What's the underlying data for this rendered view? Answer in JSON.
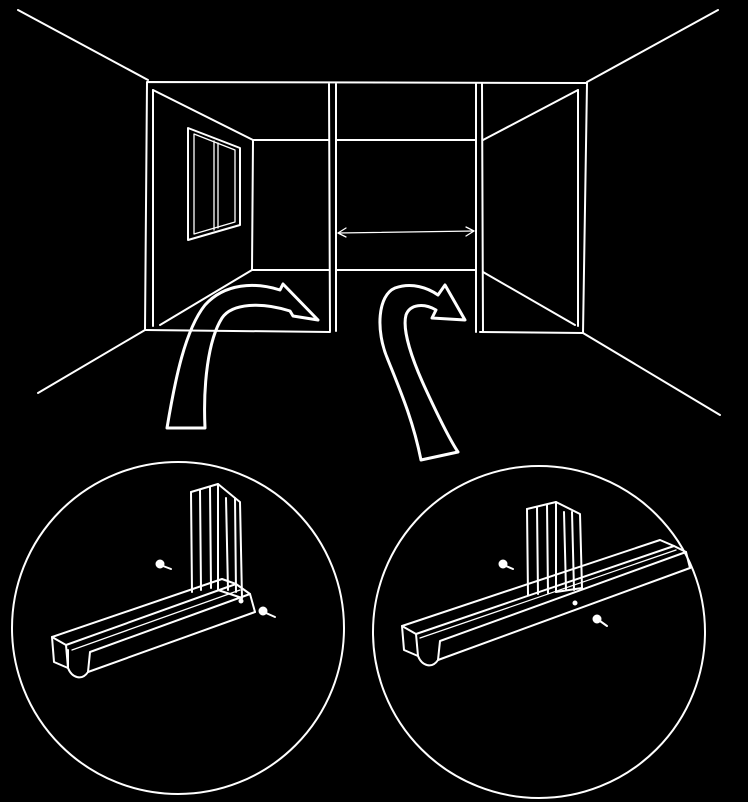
{
  "diagram": {
    "ink_color": "#ffffff",
    "background_color": "#000000",
    "parts": {
      "room": "room-perspective",
      "left_detail": "stud-at-track-end-detail",
      "right_detail": "stud-mid-track-detail",
      "arrows": [
        "curved-arrow-left",
        "curved-arrow-right"
      ],
      "fasteners": [
        "screw-icon"
      ]
    }
  }
}
